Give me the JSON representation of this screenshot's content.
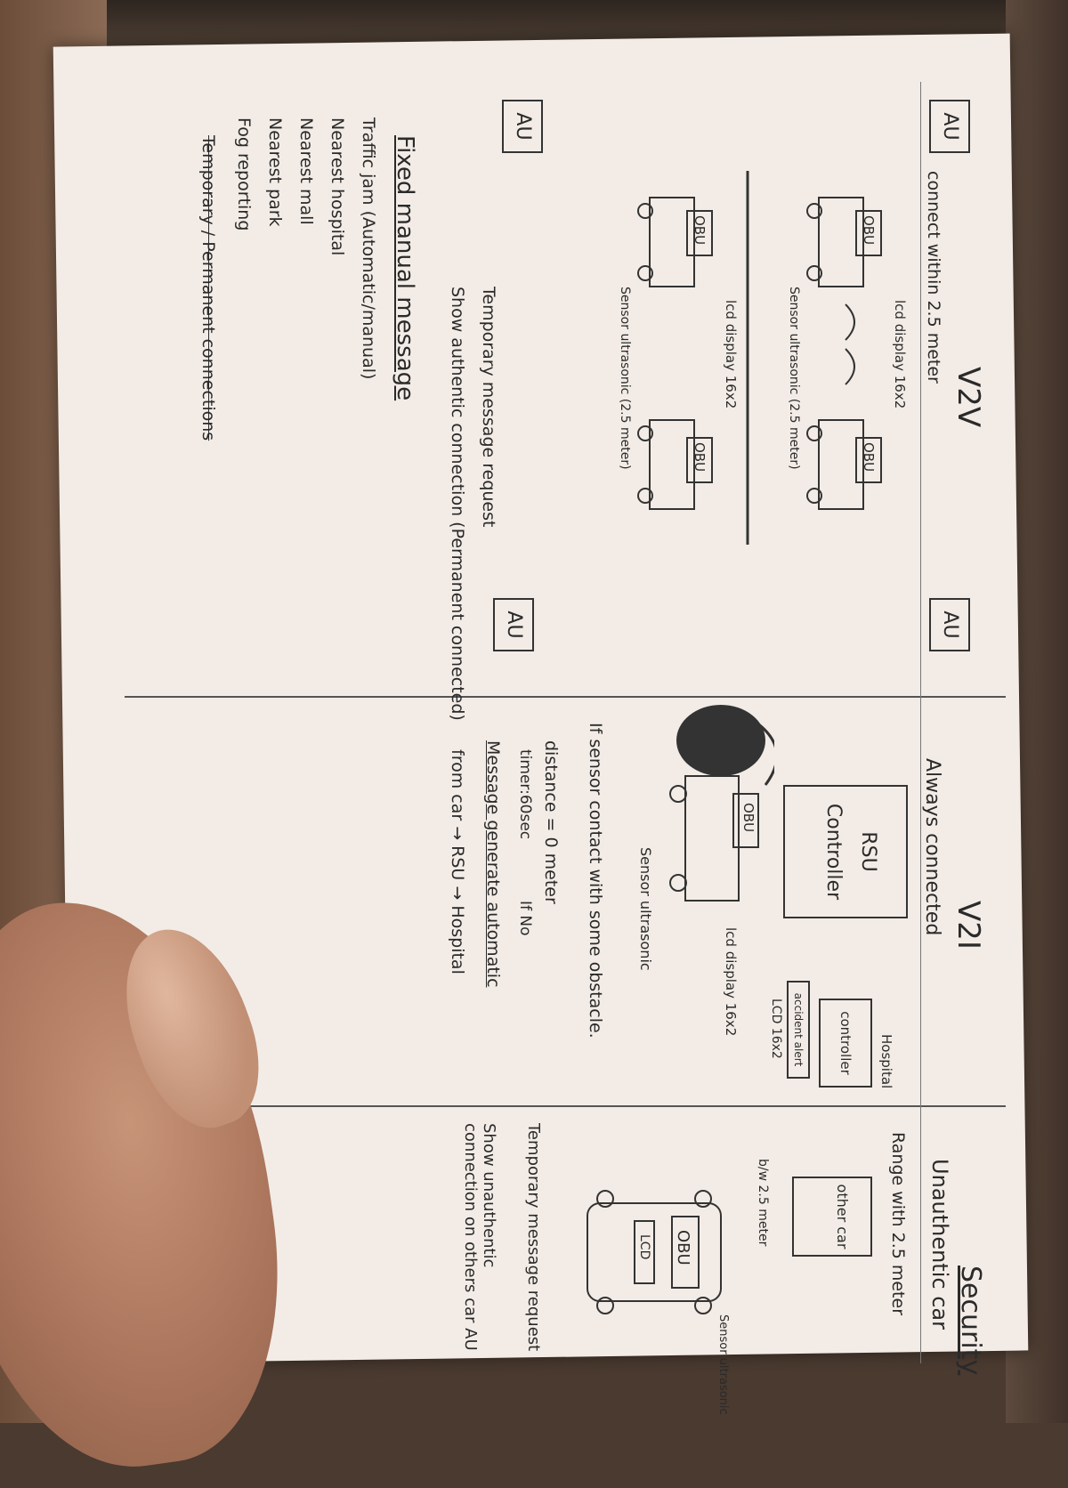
{
  "v2v": {
    "heading": "V2V",
    "connect": "connect within 2.5 meter",
    "au": "AU",
    "obu": "OBU",
    "lcd_display": "lcd display 16x2",
    "sensor": "Sensor ultrasonic (2.5 meter)",
    "temporary": "Temporary message request",
    "show_authentic": "Show authentic connection (Permanent connected)",
    "fixed_heading": "Fixed manual message",
    "list": [
      "Traffic jam (Automatic/manual)",
      "Nearest hospital",
      "Nearest mall",
      "Nearest park",
      "Fog reporting"
    ],
    "struck": "Temporary / Permanent connections"
  },
  "v2i": {
    "heading": "V2I",
    "always": "Always connected",
    "rsu": "RSU",
    "controller": "Controller",
    "hospital": "Hospital",
    "controller2": "controller",
    "lcd_small": "LCD 16x2",
    "accident_alert": "accident alert",
    "obu": "OBU",
    "lcd_display": "lcd display 16x2",
    "sensor": "Sensor ultrasonic",
    "if_contact": "If sensor contact with some obstacle.",
    "distance": "distance = 0 meter",
    "timer": "timer:60sec",
    "if_no": "If No",
    "generate": "Message generate automatic",
    "flow": "from car → RSU → Hospital"
  },
  "security": {
    "heading": "Security",
    "unauth": "Unauthentic car",
    "range": "Range with 2.5 meter",
    "other_car": "other car",
    "below": "b/w 2.5 meter",
    "sensor": "Sensor ultrasonic",
    "obu": "OBU",
    "lcd": "LCD",
    "temp_msg": "Temporary message request",
    "show_unauth": "Show unauthentic connection on others car AU"
  }
}
